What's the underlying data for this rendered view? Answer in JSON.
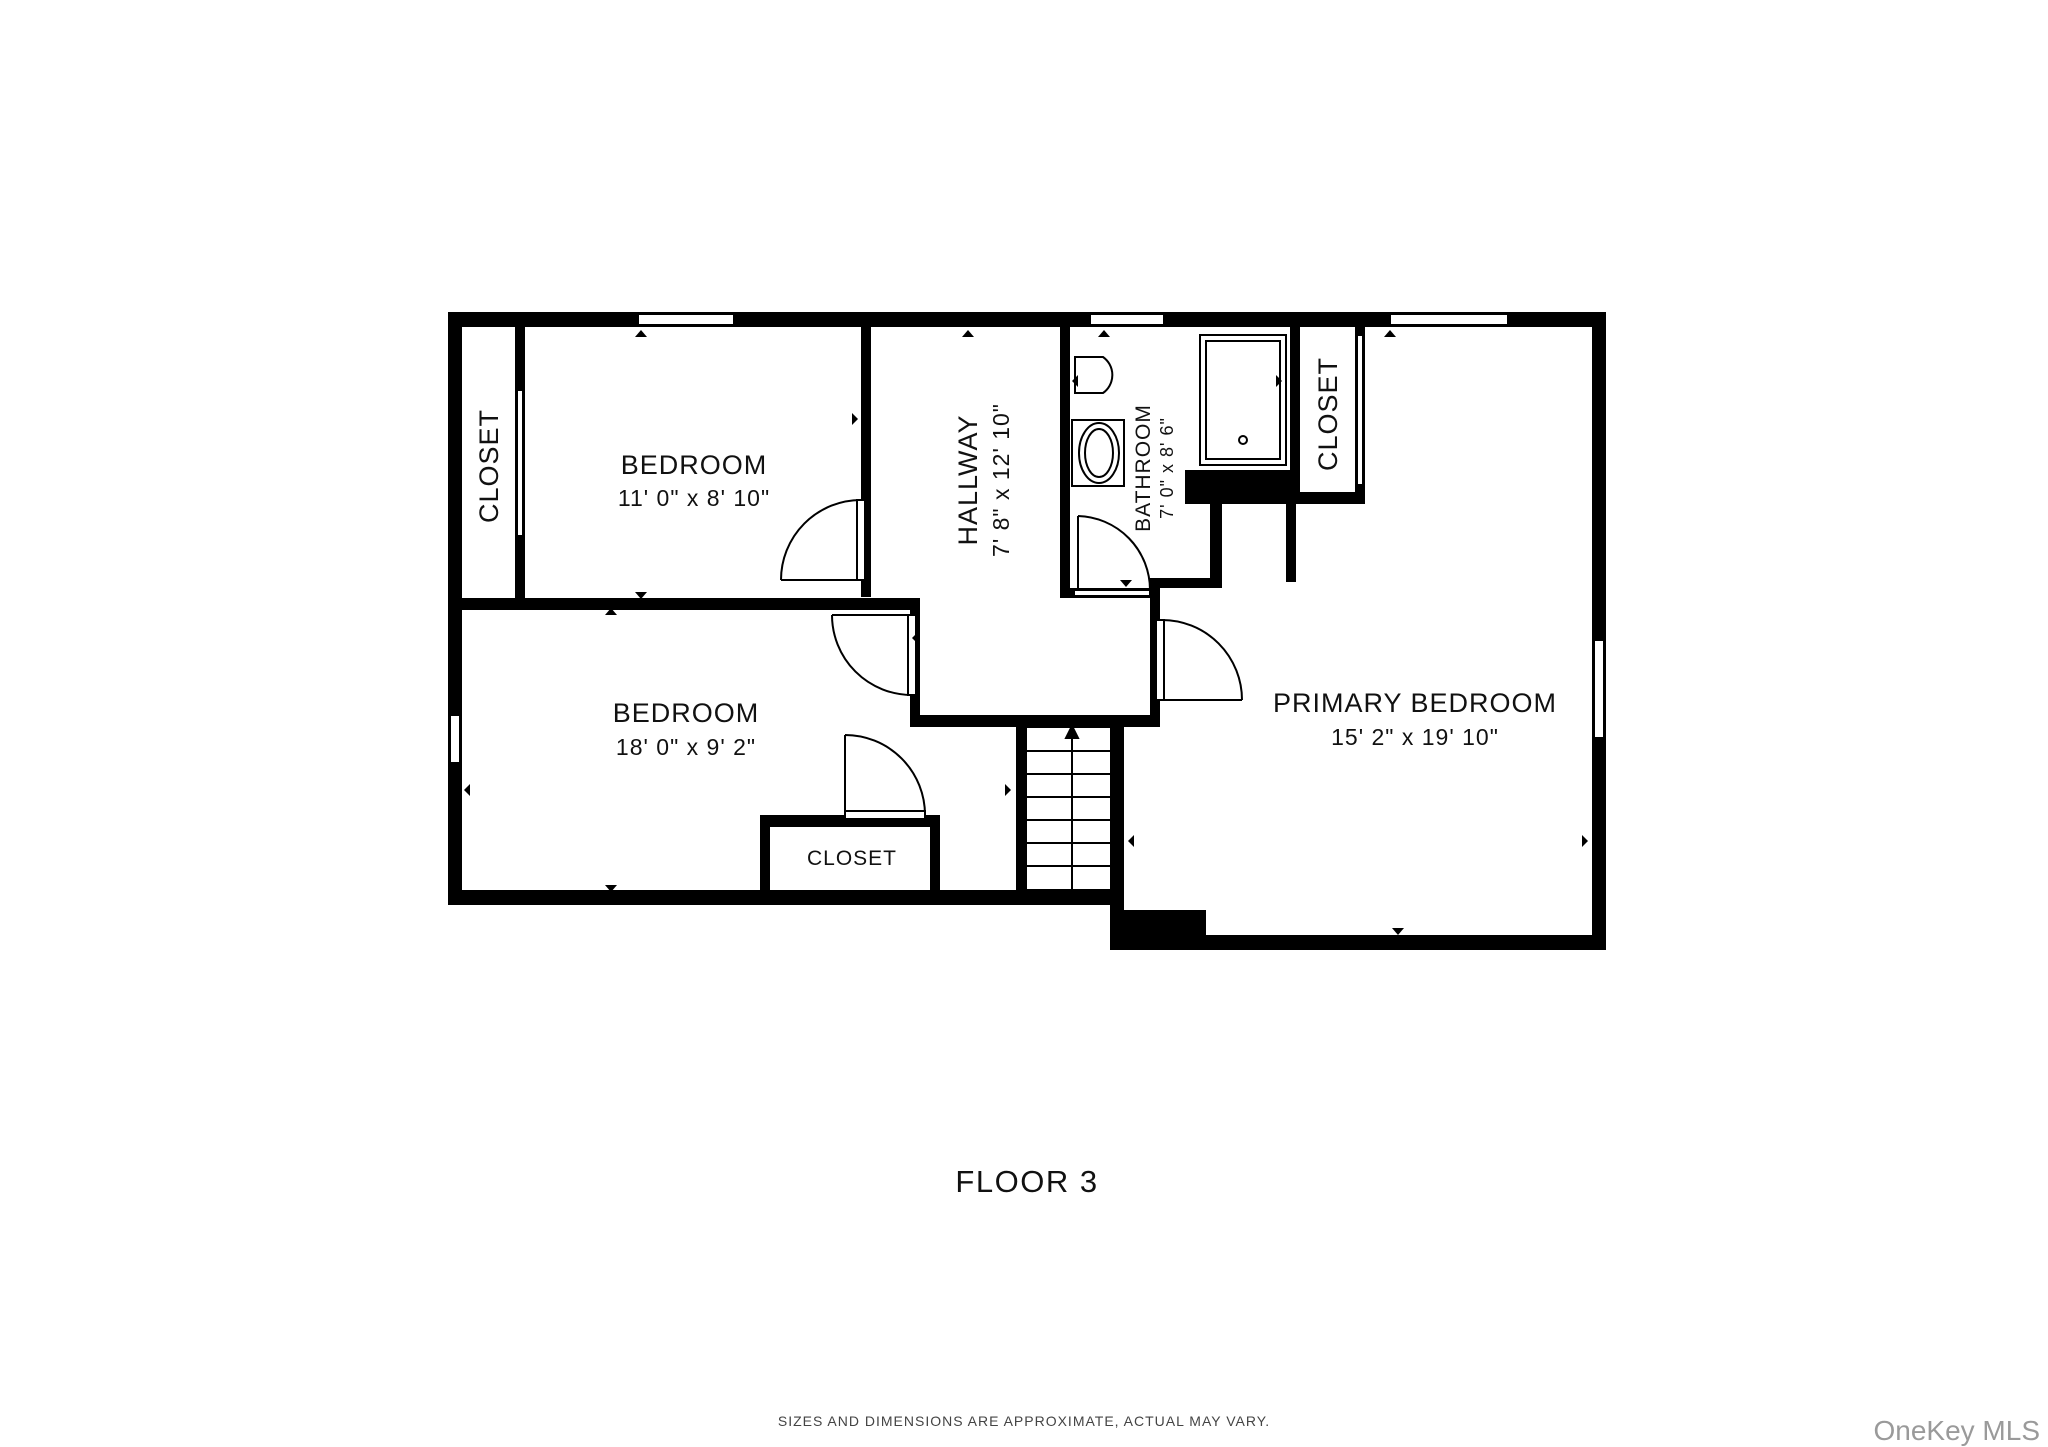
{
  "rooms": {
    "closet_left": {
      "name": "CLOSET"
    },
    "bedroom_top": {
      "name": "BEDROOM",
      "dimensions": "11' 0\" x 8' 10\""
    },
    "hallway": {
      "name": "HALLWAY",
      "dimensions": "7' 8\" x 12' 10\""
    },
    "bathroom": {
      "name": "BATHROOM",
      "dimensions": "7' 0\" x 8' 6\""
    },
    "closet_bath": {
      "name": "CLOSET"
    },
    "bedroom_bottom": {
      "name": "BEDROOM",
      "dimensions": "18' 0\" x 9' 2\""
    },
    "closet_bottom": {
      "name": "CLOSET"
    },
    "primary_bedroom": {
      "name": "PRIMARY BEDROOM",
      "dimensions": "15' 2\" x 19' 10\""
    }
  },
  "floor_label": "FLOOR 3",
  "footnote": "SIZES AND DIMENSIONS ARE APPROXIMATE, ACTUAL MAY VARY.",
  "watermark": "OneKey MLS",
  "colors": {
    "wall": "#000000",
    "background": "#ffffff",
    "text": "#111111"
  }
}
